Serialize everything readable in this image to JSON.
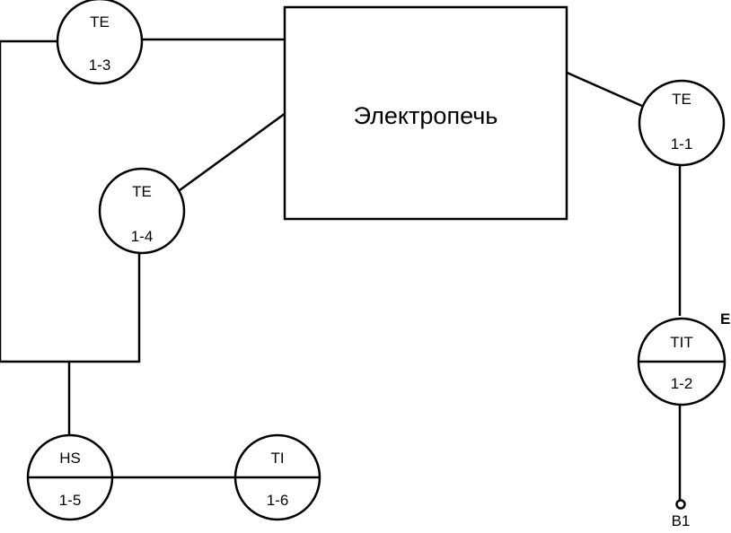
{
  "furnace": {
    "label": "Электропечь"
  },
  "instruments": {
    "te_1_3": {
      "tag": "TE",
      "number": "1-3"
    },
    "te_1_4": {
      "tag": "TE",
      "number": "1-4"
    },
    "te_1_1": {
      "tag": "TE",
      "number": "1-1"
    },
    "tit_1_2": {
      "tag": "TIT",
      "number": "1-2"
    },
    "hs_1_5": {
      "tag": "HS",
      "number": "1-5"
    },
    "ti_1_6": {
      "tag": "TI",
      "number": "1-6"
    }
  },
  "marks": {
    "e_label": "E",
    "terminal_label": "B1"
  }
}
